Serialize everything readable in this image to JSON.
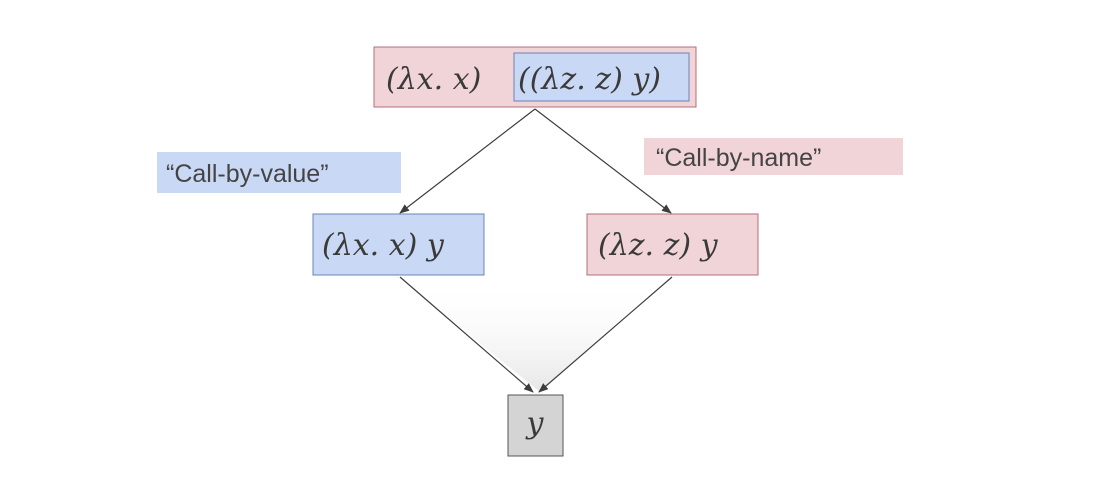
{
  "nodes": {
    "root": {
      "left_term": "(λx. x)",
      "argument_term": "((λz. z) y)"
    },
    "cbv_result": {
      "term": "(λx. x) y"
    },
    "cbn_result": {
      "term": "(λz. z) y"
    },
    "final": {
      "term": "y"
    }
  },
  "labels": {
    "call_by_value": "“Call-by-value”",
    "call_by_name": "“Call-by-name”"
  },
  "colors": {
    "pink_fill": "#f0d4d8",
    "pink_stroke": "#b07078",
    "blue_fill": "#c9d8f4",
    "blue_stroke": "#6a84b4",
    "gray_fill": "#d4d4d4",
    "gray_stroke": "#555555",
    "text": "#3a3a3a"
  }
}
